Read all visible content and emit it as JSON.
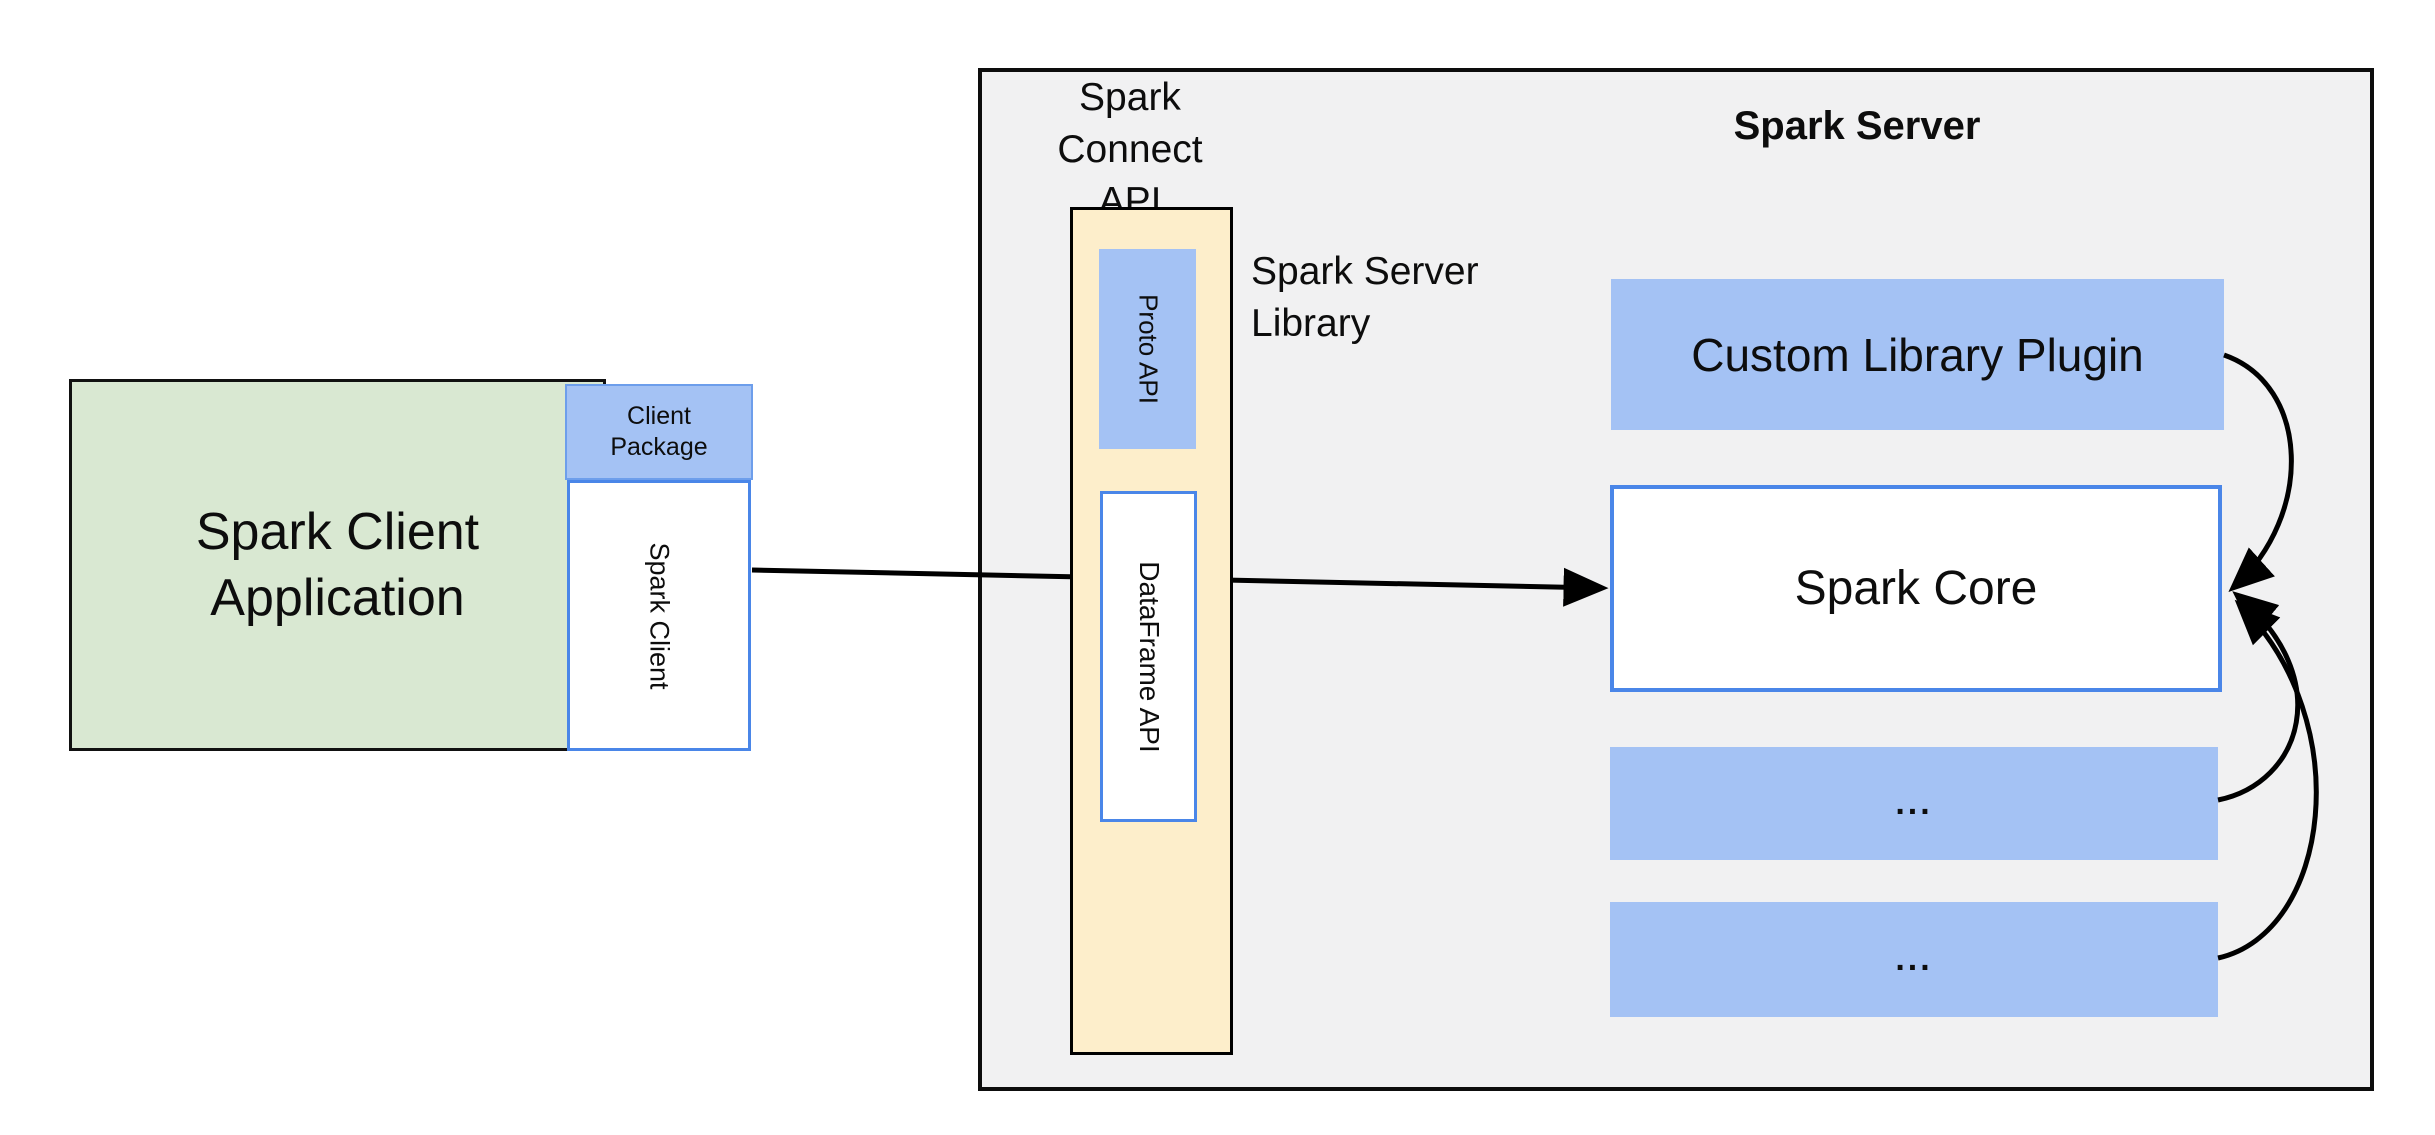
{
  "diagram": {
    "client_application": {
      "label": "Spark Client\nApplication"
    },
    "client_package": {
      "label": "Client\nPackage"
    },
    "spark_client": {
      "label": "Spark Client"
    },
    "spark_connect_api": {
      "label": "Spark Connect\nAPI"
    },
    "spark_server_library": {
      "label": "Spark Server\nLibrary"
    },
    "proto_api": {
      "label": "Proto API"
    },
    "dataframe_api": {
      "label": "DataFrame API"
    },
    "spark_server": {
      "title": "Spark Server"
    },
    "custom_library_plugin": {
      "label": "Custom Library Plugin"
    },
    "spark_core": {
      "label": "Spark Core"
    },
    "plugin_slot_1": {
      "label": "..."
    },
    "plugin_slot_2": {
      "label": "..."
    }
  },
  "colors": {
    "green": "#d9e8d2",
    "blue": "#a4c2f4",
    "blueBorder": "#4a86e8",
    "bluePkgBorder": "#6d9eeb",
    "yellow": "#fdeecb",
    "gray": "#f1f1f2",
    "line": "#000000"
  }
}
